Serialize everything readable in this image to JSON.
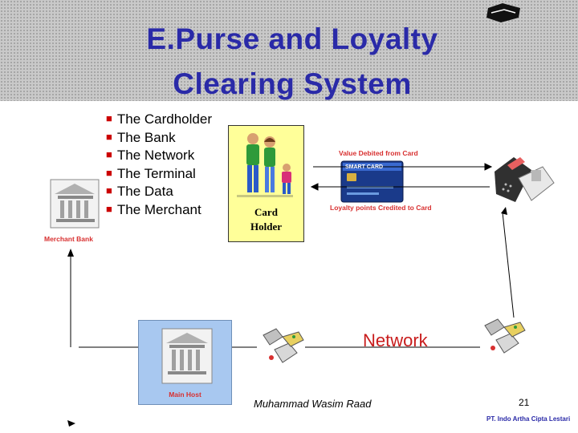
{
  "slide": {
    "title_line1": "E.Purse and Loyalty",
    "title_line2": "Clearing System",
    "bullets": [
      "The Cardholder",
      "The Bank",
      "The Network",
      "The Terminal",
      "The Data",
      "The Merchant"
    ],
    "card_holder_line1": "Card",
    "card_holder_line2": "Holder",
    "value_debited": "Value Debited from Card",
    "loyalty_credited": "Loyalty points Credited to Card",
    "smart_card": "SMART CARD",
    "merchant_bank": "Merchant Bank",
    "main_host": "Main Host",
    "network": "Network",
    "author": "Muhammad Wasim Raad",
    "page_number": "21",
    "company": "PT. Indo Artha Cipta Lestari"
  },
  "colors": {
    "title": "#2a2aa8",
    "bullet_marker": "#cc0000",
    "red_labels": "#d83030",
    "card_holder_bg": "#ffff99",
    "main_host_bg": "#a8c8f0"
  }
}
